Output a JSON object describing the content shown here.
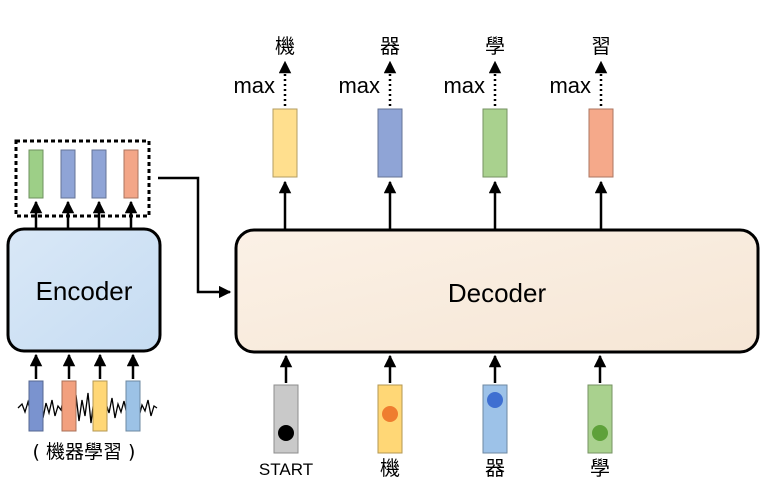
{
  "encoder": {
    "label": "Encoder",
    "input_caption": "( 機器學習 )",
    "input_vector_colors": [
      "#7a93cf",
      "#f2a07e",
      "#ffd776",
      "#9cc2e6"
    ],
    "output_vector_colors": [
      "#9dcf87",
      "#8fa4d6",
      "#8fa4d6",
      "#f3a688"
    ]
  },
  "decoder": {
    "label": "Decoder",
    "inputs": [
      {
        "label": "START",
        "vector_color": "#c9c9c9",
        "dot_color": "#000000"
      },
      {
        "label": "機",
        "vector_color": "#ffd776",
        "dot_color": "#ef7d2f"
      },
      {
        "label": "器",
        "vector_color": "#9dc2e8",
        "dot_color": "#3f6fd1"
      },
      {
        "label": "學",
        "vector_color": "#a9d18e",
        "dot_color": "#5ea13a"
      }
    ],
    "outputs": [
      {
        "char": "機",
        "op": "max",
        "vector_color": "#ffdf8e"
      },
      {
        "char": "器",
        "op": "max",
        "vector_color": "#8fa4d6"
      },
      {
        "char": "學",
        "op": "max",
        "vector_color": "#a9d18e"
      },
      {
        "char": "習",
        "op": "max",
        "vector_color": "#f5a98a"
      }
    ]
  }
}
